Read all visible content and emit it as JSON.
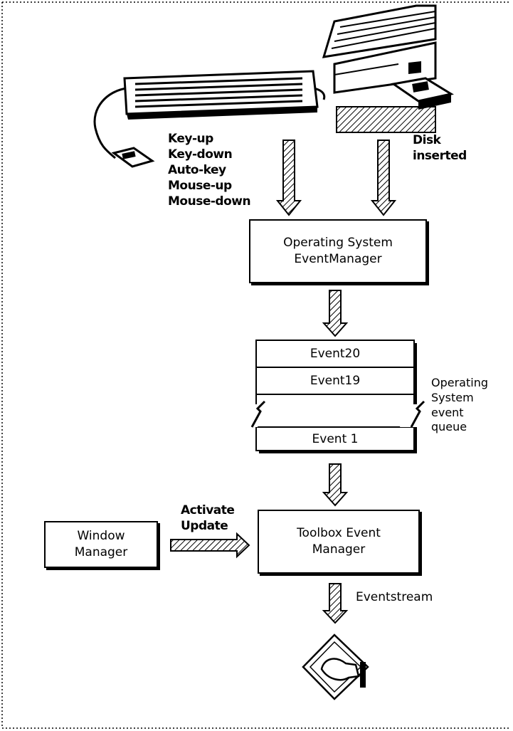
{
  "keyboard_events": [
    "Key-up",
    "Key-down",
    "Auto-key",
    "Mouse-up",
    "Mouse-down"
  ],
  "disk_events": [
    "Disk",
    "inserted"
  ],
  "os_event_manager": [
    "Operating System",
    "EventManager"
  ],
  "queue": {
    "rows": [
      "Event20",
      "Event19",
      "Event 1"
    ],
    "label": [
      "Operating",
      "System",
      "event",
      "queue"
    ]
  },
  "window_manager": [
    "Window",
    "Manager"
  ],
  "window_events": [
    "Activate",
    "Update"
  ],
  "toolbox_event_manager": [
    "Toolbox Event",
    "Manager"
  ],
  "event_stream_label": "Eventstream",
  "icons": {
    "keyboard": "keyboard-icon",
    "disk_drive": "disk-drive-icon",
    "application": "application-hand-icon"
  }
}
